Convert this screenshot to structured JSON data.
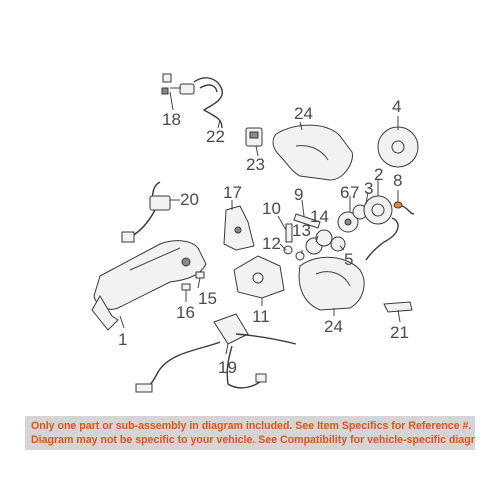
{
  "diagram": {
    "callouts": {
      "c1": "1",
      "c2": "2",
      "c3": "3",
      "c4": "4",
      "c5": "5",
      "c6": "6",
      "c7": "7",
      "c8": "8",
      "c9": "9",
      "c10": "10",
      "c11": "11",
      "c12": "12",
      "c13": "13",
      "c14": "14",
      "c15": "15",
      "c16": "16",
      "c17": "17",
      "c18": "18",
      "c19": "19",
      "c20": "20",
      "c21": "21",
      "c22": "22",
      "c23": "23",
      "c24a": "24",
      "c24b": "24"
    },
    "highlight_color": "#e8862a"
  },
  "notice": {
    "line1": "Only one part or sub-assembly in diagram included. See Item Specifics for Reference #.",
    "line2": "Diagram may not be specific to your vehicle. See Compatibility for vehicle-specific diagrams.",
    "text_color": "#e0531c",
    "background": "#d5d5d5"
  }
}
